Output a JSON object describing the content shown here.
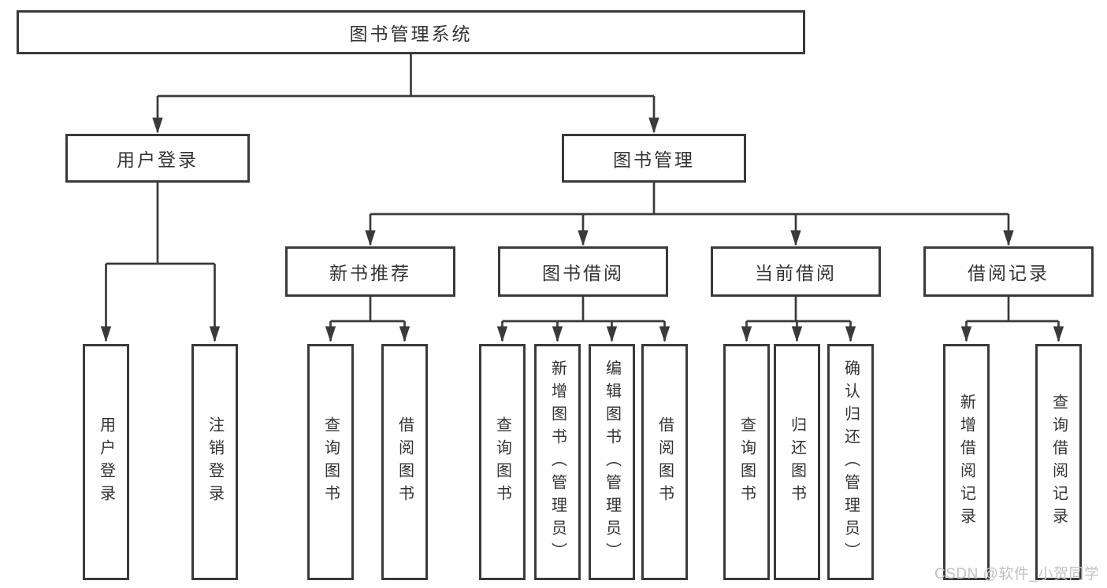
{
  "diagram": {
    "root": {
      "label": "图书管理系统"
    },
    "level2": [
      {
        "label": "用户登录"
      },
      {
        "label": "图书管理"
      }
    ],
    "level3": [
      {
        "label": "新书推荐"
      },
      {
        "label": "图书借阅"
      },
      {
        "label": "当前借阅"
      },
      {
        "label": "借阅记录"
      }
    ],
    "leaves": {
      "user_login": [
        "用户登录",
        "注销登录"
      ],
      "new_books": [
        "查询图书",
        "借阅图书"
      ],
      "book_borrow": [
        "查询图书",
        "新增图书（管理员）",
        "编辑图书（管理员）",
        "借阅图书"
      ],
      "current_borrow": [
        "查询图书",
        "归还图书",
        "确认归还（管理员）"
      ],
      "borrow_records": [
        "新增借阅记录",
        "查询借阅记录"
      ]
    }
  },
  "watermark": {
    "text": "CSDN @软件_小贺同学"
  },
  "colors": {
    "line": "#3a3a3c",
    "box_border": "#3a3a3c",
    "text": "#333333",
    "watermark": "#c3c3c3",
    "background": "#ffffff"
  }
}
